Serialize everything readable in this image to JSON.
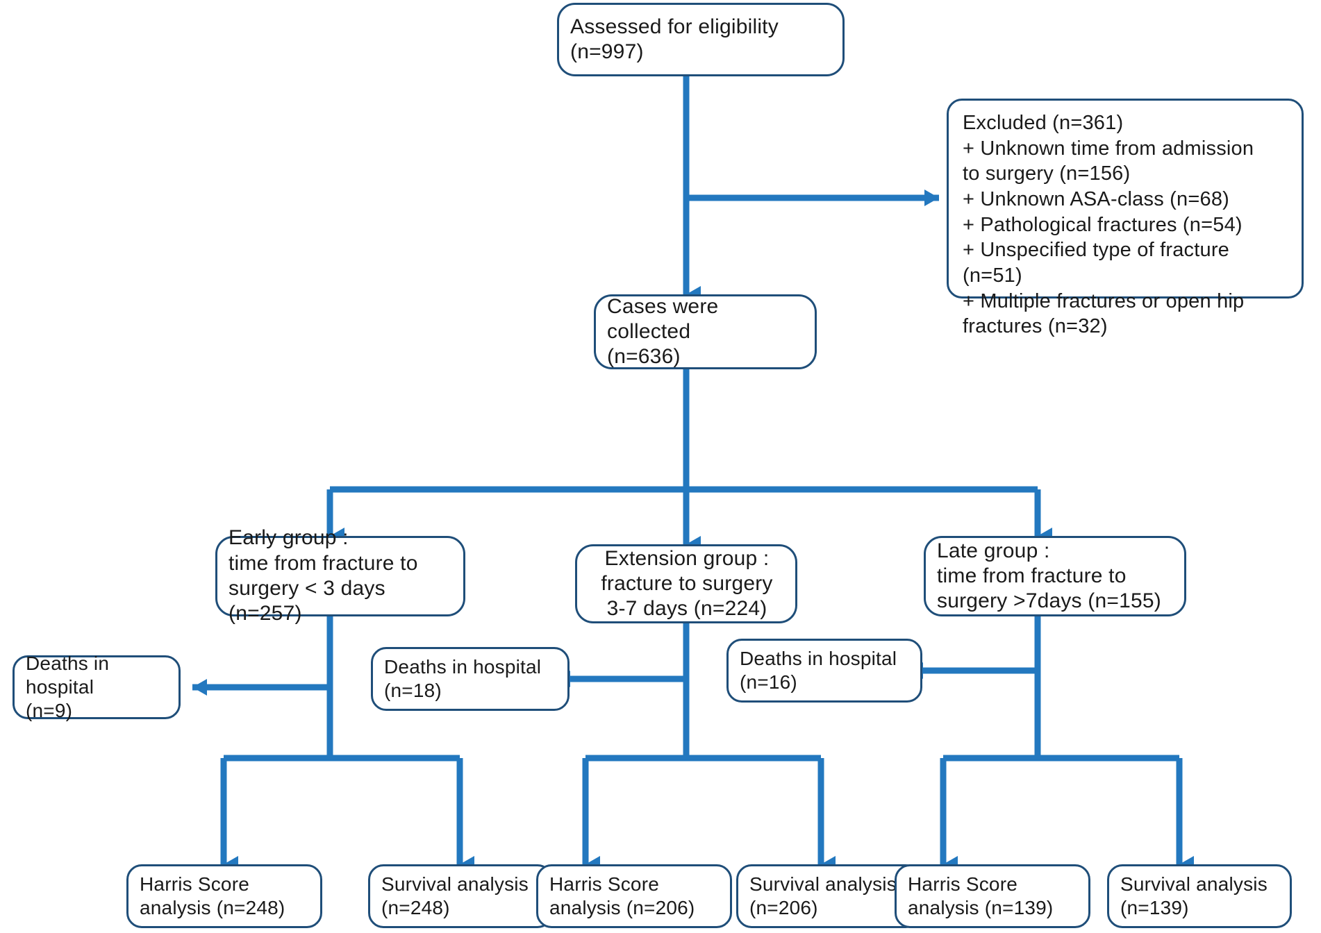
{
  "diagram": {
    "title": "Patient flow diagram: hip fracture surgery timing study",
    "type": "flowchart",
    "colors": {
      "box_border": "#1f4e79",
      "box_fill": "#ffffff",
      "connector": "#2378bf",
      "text": "#1a1a1a",
      "background": "#ffffff"
    },
    "nodes": {
      "assessed": {
        "label": "Assessed for eligibility\n(n=997)",
        "n": 997
      },
      "excluded": {
        "label": "Excluded (n=361)\n+ Unknown time from admission\n    to surgery (n=156)\n+ Unknown ASA-class (n=68)\n+ Pathological fractures (n=54)\n+ Unspecified type of fracture (n=51)\n+ Multiple fractures or open hip\n    fractures (n=32)",
        "n": 361,
        "reasons": [
          {
            "text": "Unknown time from admission to surgery",
            "n": 156
          },
          {
            "text": "Unknown ASA-class",
            "n": 68
          },
          {
            "text": "Pathological fractures",
            "n": 54
          },
          {
            "text": "Unspecified type of fracture",
            "n": 51
          },
          {
            "text": "Multiple fractures or open hip fractures",
            "n": 32
          }
        ]
      },
      "collected": {
        "label": "Cases were collected\n(n=636)",
        "n": 636
      },
      "early_group": {
        "label": "Early group :\ntime from fracture to\nsurgery < 3 days (n=257)",
        "n": 257
      },
      "extension_group": {
        "label": "Extension group :\nfracture to surgery\n3-7 days (n=224)",
        "n": 224
      },
      "late_group": {
        "label": "Late group :\ntime from fracture to\nsurgery >7days (n=155)",
        "n": 155
      },
      "deaths_early": {
        "label": "Deaths in hospital\n(n=9)",
        "n": 9
      },
      "deaths_extension": {
        "label": "Deaths in hospital\n(n=18)",
        "n": 18
      },
      "deaths_late": {
        "label": "Deaths in hospital\n(n=16)",
        "n": 16
      },
      "harris_early": {
        "label": "Harris Score\nanalysis (n=248)",
        "n": 248
      },
      "survival_early": {
        "label": "Survival analysis\n(n=248)",
        "n": 248
      },
      "harris_extension": {
        "label": "Harris Score\nanalysis (n=206)",
        "n": 206
      },
      "survival_extension": {
        "label": "Survival analysis\n(n=206)",
        "n": 206
      },
      "harris_late": {
        "label": "Harris Score\nanalysis (n=139)",
        "n": 139
      },
      "survival_late": {
        "label": "Survival analysis\n(n=139)",
        "n": 139
      }
    }
  }
}
